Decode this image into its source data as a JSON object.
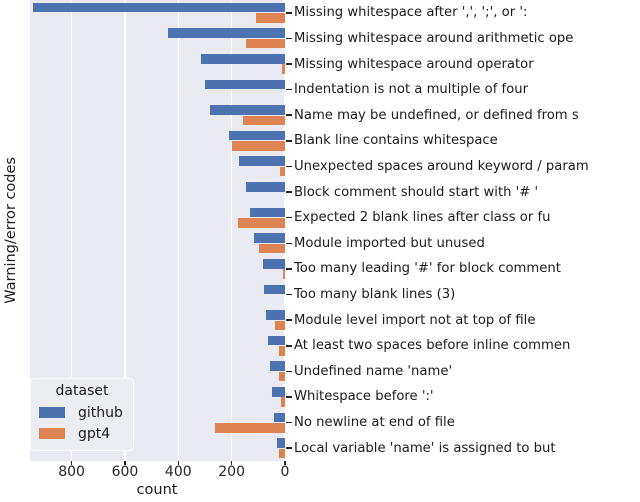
{
  "figure": {
    "xlabel": "count",
    "ylabel": "Warning/error codes"
  },
  "legend": {
    "title": "dataset",
    "entries": [
      {
        "label": "github",
        "color": "#4c72b0"
      },
      {
        "label": "gpt4",
        "color": "#dd8452"
      }
    ]
  },
  "colors": {
    "plot_background": "#eaeaf2",
    "gridline": "#ffffff",
    "github_blue": "#4c72b0",
    "gpt4_orange": "#dd8452",
    "text": "#262626"
  },
  "chart_data": {
    "type": "bar",
    "orientation": "horizontal",
    "title": "",
    "xlabel": "count",
    "ylabel": "Warning/error codes",
    "xlim": [
      956,
      0
    ],
    "x_ticks": [
      800,
      600,
      400,
      200,
      0
    ],
    "grid": true,
    "legend_position": "lower left",
    "categories": [
      "Missing whitespace after ',', ';', or ':",
      "Missing whitespace around arithmetic ope",
      "Missing whitespace around operator",
      "Indentation is not a multiple of four",
      "Name may be undefined, or defined from s",
      "Blank line contains whitespace",
      "Unexpected spaces around keyword / param",
      "Block comment should start with '# '",
      "Expected 2 blank lines after class or fu",
      "Module imported but unused",
      "Too many leading '#' for block comment",
      "Too many blank lines (3)",
      "Module level import not at top of file",
      "At least two spaces before inline commen",
      "Undefined name 'name'",
      "Whitespace before ':'",
      "No newline at end of file",
      "Local variable 'name' is assigned to but"
    ],
    "series": [
      {
        "name": "github",
        "color": "#4c72b0",
        "values": [
          945,
          440,
          315,
          300,
          280,
          210,
          172,
          146,
          130,
          118,
          84,
          77,
          70,
          62,
          56,
          50,
          42,
          30
        ]
      },
      {
        "name": "gpt4",
        "color": "#dd8452",
        "values": [
          110,
          145,
          12,
          0,
          158,
          197,
          18,
          0,
          175,
          99,
          8,
          0,
          38,
          22,
          24,
          14,
          262,
          23
        ]
      }
    ]
  }
}
